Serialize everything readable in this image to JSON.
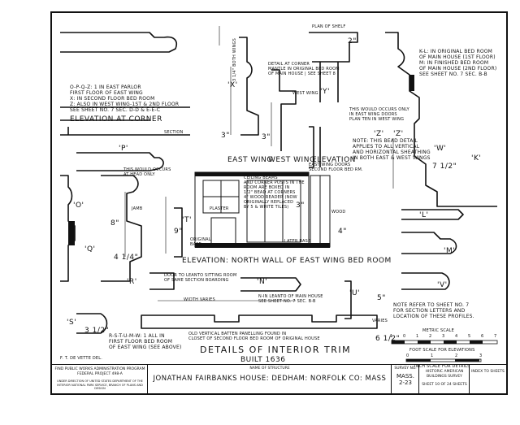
{
  "notes": {
    "east_parlor": "O-P-Q-Z: 1 IN EAST PARLOR\nFIRST FLOOR OF EAST WING\nX: IN SECOND FLOOR BED ROOM\nZ: ALSO IN WEST WING-1st & 2nd FLOOR\nSEE SHEET NO. 7 SEC. D-D & E-E-C",
    "elevation_corner": "ELEVATION AT CORNER",
    "section": "SECTION",
    "plan_of_shelf": "PLAN OF SHELF",
    "detail_corner_mantle": "DETAIL AT CORNER\nMANTLE IN ORIGINAL BED ROOM\nOF MAIN HOUSE | SEE SHEET 8",
    "west_wing_small": "WEST WING",
    "found_once": "THIS WOULD OCCURS ONLY\nIN EAST WING DOORS\nPLAN TEN IN WEST WING",
    "kl_note": "K-L: IN ORIGINAL BED ROOM\nOF MAIN HOUSE (1st FLOOR)\nM: IN FINISHED BED ROOM\nOF MAIN HOUSE (2nd FLOOR)\nSEE SHEET NO. 7  SEC. B-B",
    "bead_note": "NOTE: THIS BEAD DETAIL\nAPPLIES TO ALL VERTICAL\nAND HORIZONTAL SHEATHING\nIN BOTH EAST & WEST WINGS",
    "east_wing": "EAST WING",
    "west_wing": "WEST WING",
    "elevation_label": "ELEVATION",
    "east_wing_doors": "EAST WING DOORS\nSECOND FLOOR BED RM.",
    "would_occur": "THIS WOULD OCCURS\nAT HEAD ONLY",
    "ceiling_beam": "CEILING BEAMS\nAND CORNER POSTS IN THE\nROOM ARE BOXED IN\n1/2\" BEAD AT CORNERS",
    "wood_reeded": "4\" WOOD READER (NOW\nORIGINALLY REPLACED\nBY 5 & WHITE TILES)",
    "plaster": "PLASTER",
    "original_base": "ORIGINAL\nBASE",
    "later_base": "LATER BASE",
    "wood": "WOOD",
    "jamb": "JAMB",
    "elevation_north": "ELEVATION: NORTH WALL OF EAST WING BED ROOM",
    "door_leanto": "DOOR TO LEANTO SITTING ROOM\nOF SAME SECTION BOARDING",
    "width_varies": "WIDTH VARIES",
    "n_leanto": "N-IN LEANTO OF MAIN HOUSE\nSEE SHEET NO. 7  SEC. B-B",
    "varies": "VARIES",
    "rstuv": "R-S-T-U-M-W: 1 ALL IN\nFIRST FLOOR BED ROOM\nOF EAST WING (SEE ABOVE)",
    "old_vertical": "OLD VERTICAL BATTEN PANELLING FOUND IN\nCLOSET OF SECOND FLOOR BED ROOM OF ORIGINAL HOUSE",
    "note_sheet": "NOTE REFER TO SHEET NO. 7\nFOR SECTION LETTERS AND\nLOCATION OF THESE PROFILES."
  },
  "letters": [
    "'X'",
    "'Y'",
    "'Z'",
    "'K'",
    "'P'",
    "'O'",
    "'Q'",
    "'T'",
    "'L'",
    "'M'",
    "'R'",
    "'N'",
    "'U'",
    "'V'",
    "'S'",
    "'W'",
    "'Z'"
  ],
  "dims": [
    "3 1/4\" BOTH WINGS",
    "3\"",
    "3\"",
    "8\"",
    "4 1/4\"",
    "9\"",
    "7 1/2\"",
    "5\"",
    "3\"",
    "3 1/2\"",
    "4\"",
    "6 1/2\"",
    "2\""
  ],
  "title": {
    "main": "DETAILS OF INTERIOR TRIM",
    "built": "BUILT 1636",
    "drawn_by": "F. T. DE VETTE  DEL."
  },
  "scale": {
    "metric_label": "METRIC SCALE",
    "metric_ticks": [
      "1",
      "0",
      "1",
      "2",
      "3",
      "4",
      "5",
      "6",
      "7"
    ],
    "foot_label": "FOOT SCALE FOR ELEVATIONS",
    "foot_ticks": [
      "0",
      "1",
      "2",
      "3"
    ],
    "inch_label": "INCH SCALE FOR DETAILS"
  },
  "titleblock": {
    "project": "FIND PUBLIC WORKS ADMINISTRATION PROGRAM\nFEDERAL PROJECT 498-A",
    "office": "UNDER DIRECTION OF UNITED STATES DEPARTMENT OF THE INTERIOR\nNATIONAL PARK SERVICE, BRANCH OF PLANS AND DESIGN",
    "name_of_structure": "NAME OF STRUCTURE",
    "structure": "JONATHAN FAIRBANKS HOUSE: DEDHAM: NORFOLK CO: MASS",
    "survey_no_label": "SURVEY NO.",
    "survey_no": "MASS.\n2-23",
    "habs": "HISTORIC AMERICAN\nBUILDINGS SURVEY",
    "sheet": "SHEET 10 OF 24 SHEETS",
    "index": "INDEX TO SHEETS"
  }
}
